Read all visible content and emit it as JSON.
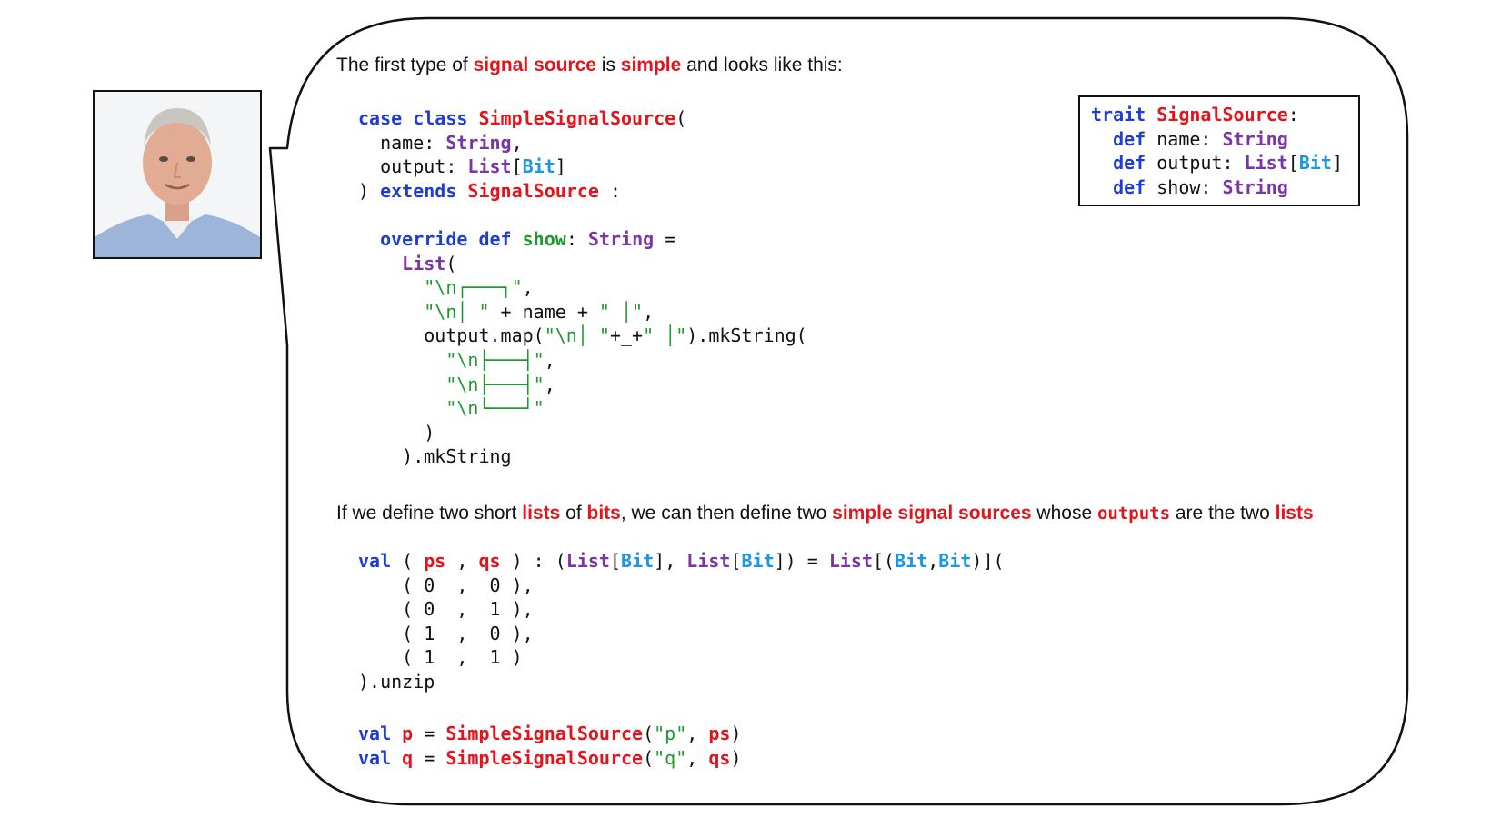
{
  "intro": {
    "t1": "The first type of ",
    "h1": "signal source",
    "t2": " is ",
    "h2": "simple",
    "t3": " and looks like this:"
  },
  "trait_code": [
    [
      [
        "kw",
        "trait"
      ],
      [
        "",
        ""
      ],
      [
        "red",
        " SignalSource"
      ],
      [
        "",
        ":"
      ]
    ],
    [
      [
        "",
        "  "
      ],
      [
        "kw",
        "def"
      ],
      [
        "",
        " name: "
      ],
      [
        "ty",
        "String"
      ]
    ],
    [
      [
        "",
        "  "
      ],
      [
        "kw",
        "def"
      ],
      [
        "",
        " output: "
      ],
      [
        "ty",
        "List"
      ],
      [
        "",
        "["
      ],
      [
        "cy",
        "Bit"
      ],
      [
        "",
        "]"
      ]
    ],
    [
      [
        "",
        "  "
      ],
      [
        "kw",
        "def"
      ],
      [
        "",
        " show: "
      ],
      [
        "ty",
        "String"
      ]
    ]
  ],
  "class_code": [
    [
      [
        "kw",
        "case class"
      ],
      [
        "",
        ""
      ],
      [
        "red",
        " SimpleSignalSource"
      ],
      [
        "",
        "("
      ]
    ],
    [
      [
        "",
        "  name: "
      ],
      [
        "ty",
        "String"
      ],
      [
        "",
        ","
      ]
    ],
    [
      [
        "",
        "  output: "
      ],
      [
        "ty",
        "List"
      ],
      [
        "",
        "["
      ],
      [
        "cy",
        "Bit"
      ],
      [
        "",
        "]"
      ]
    ],
    [
      [
        "",
        ") "
      ],
      [
        "kw",
        "extends"
      ],
      [
        "red",
        " SignalSource"
      ],
      [
        "",
        " :"
      ]
    ],
    [
      [
        "",
        ""
      ]
    ],
    [
      [
        "",
        "  "
      ],
      [
        "kw",
        "override def"
      ],
      [
        "grb",
        " show"
      ],
      [
        "",
        ": "
      ],
      [
        "ty",
        "String"
      ],
      [
        "",
        " ="
      ]
    ],
    [
      [
        "",
        "    "
      ],
      [
        "ty",
        "List"
      ],
      [
        "",
        "("
      ]
    ],
    [
      [
        "",
        "      "
      ],
      [
        "gr",
        "\"\\n┌───┐\""
      ],
      [
        "",
        ","
      ]
    ],
    [
      [
        "",
        "      "
      ],
      [
        "gr",
        "\"\\n│ \""
      ],
      [
        "",
        " + name + "
      ],
      [
        "gr",
        "\" │\""
      ],
      [
        "",
        ","
      ]
    ],
    [
      [
        "",
        "      output.map("
      ],
      [
        "gr",
        "\"\\n│ \""
      ],
      [
        "",
        "+_+"
      ],
      [
        "gr",
        "\" │\""
      ],
      [
        "",
        ").mkString("
      ]
    ],
    [
      [
        "",
        "        "
      ],
      [
        "gr",
        "\"\\n├───┤\""
      ],
      [
        "",
        ","
      ]
    ],
    [
      [
        "",
        "        "
      ],
      [
        "gr",
        "\"\\n├───┤\""
      ],
      [
        "",
        ","
      ]
    ],
    [
      [
        "",
        "        "
      ],
      [
        "gr",
        "\"\\n└───┘\""
      ]
    ],
    [
      [
        "",
        "      )"
      ]
    ],
    [
      [
        "",
        "    ).mkString"
      ]
    ]
  ],
  "middle": {
    "t1": "If we define two short ",
    "h1": "lists",
    "t2": " of ",
    "h2": "bits",
    "t3": ", we can then define two ",
    "h3": "simple signal sources",
    "t4": " whose ",
    "h4": "outputs",
    "t5": " are the two ",
    "h5": "lists"
  },
  "val_code": [
    [
      [
        "kw",
        "val"
      ],
      [
        "",
        " ( "
      ],
      [
        "red",
        "ps"
      ],
      [
        "",
        " , "
      ],
      [
        "red",
        "qs"
      ],
      [
        "",
        " ) : ("
      ],
      [
        "ty",
        "List"
      ],
      [
        "",
        "["
      ],
      [
        "cy",
        "Bit"
      ],
      [
        "",
        "], "
      ],
      [
        "ty",
        "List"
      ],
      [
        "",
        "["
      ],
      [
        "cy",
        "Bit"
      ],
      [
        "",
        "]) = "
      ],
      [
        "ty",
        "List"
      ],
      [
        "",
        "[("
      ],
      [
        "cy",
        "Bit"
      ],
      [
        "",
        ","
      ],
      [
        "cy",
        "Bit"
      ],
      [
        "",
        ")]("
      ]
    ],
    [
      [
        "",
        "    ( 0  ,  0 ),"
      ]
    ],
    [
      [
        "",
        "    ( 0  ,  1 ),"
      ]
    ],
    [
      [
        "",
        "    ( 1  ,  0 ),"
      ]
    ],
    [
      [
        "",
        "    ( 1  ,  1 )"
      ]
    ],
    [
      [
        "",
        ").unzip"
      ]
    ]
  ],
  "def_code": [
    [
      [
        "kw",
        "val"
      ],
      [
        "red",
        " p"
      ],
      [
        "",
        " = "
      ],
      [
        "red",
        "SimpleSignalSource"
      ],
      [
        "",
        "("
      ],
      [
        "gr",
        "\"p\""
      ],
      [
        "",
        ", "
      ],
      [
        "red",
        "ps"
      ],
      [
        "",
        ")"
      ]
    ],
    [
      [
        "kw",
        "val"
      ],
      [
        "red",
        " q"
      ],
      [
        "",
        " = "
      ],
      [
        "red",
        "SimpleSignalSource"
      ],
      [
        "",
        "("
      ],
      [
        "gr",
        "\"q\""
      ],
      [
        "",
        ", "
      ],
      [
        "red",
        "qs"
      ],
      [
        "",
        ")"
      ]
    ]
  ]
}
